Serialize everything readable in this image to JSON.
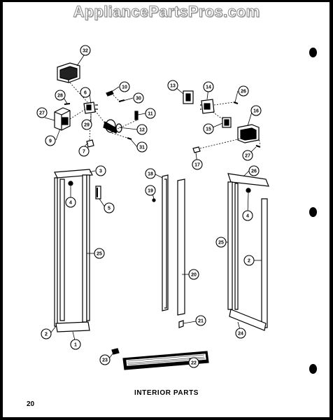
{
  "watermark": "AppliancePartsPros.com",
  "caption": "INTERIOR PARTS",
  "page_number": "20",
  "callouts": [
    "32",
    "28",
    "6",
    "10",
    "30",
    "27",
    "29",
    "11",
    "12",
    "9",
    "7",
    "31",
    "13",
    "14",
    "26",
    "15",
    "16",
    "27",
    "17",
    "3",
    "18",
    "26",
    "4",
    "19",
    "5",
    "4",
    "25",
    "25",
    "20",
    "2",
    "21",
    "2",
    "1",
    "24",
    "23",
    "22"
  ]
}
